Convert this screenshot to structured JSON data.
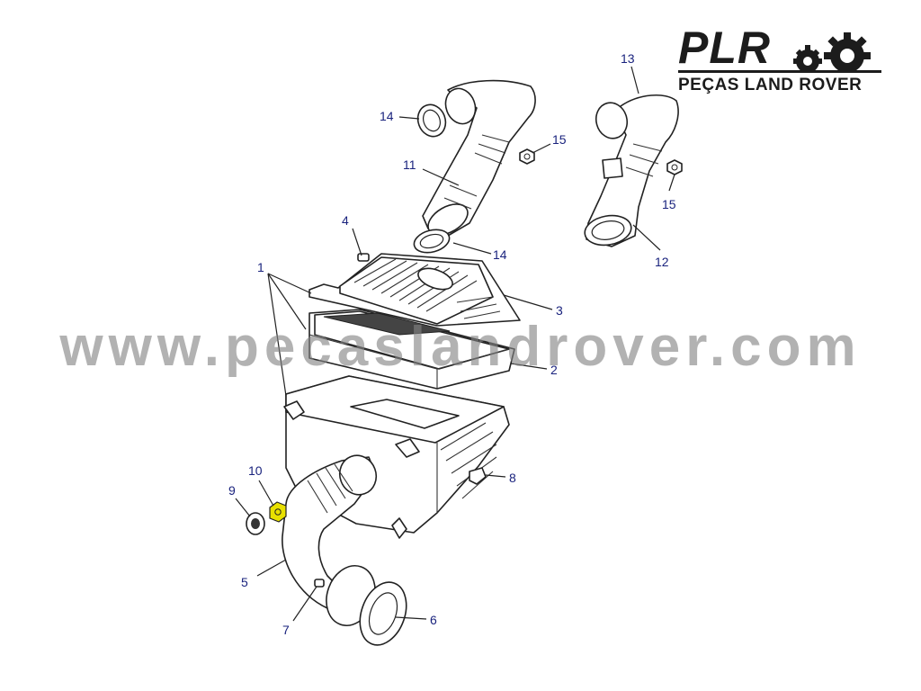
{
  "logo": {
    "main": "PLR",
    "subtitle": "PEÇAS LAND ROVER"
  },
  "watermark": "www.pecaslandrover.com",
  "callouts": {
    "c1": "1",
    "c2": "2",
    "c3": "3",
    "c4": "4",
    "c5": "5",
    "c6": "6",
    "c7": "7",
    "c8": "8",
    "c9": "9",
    "c10": "10",
    "c11": "11",
    "c12": "12",
    "c13": "13",
    "c14a": "14",
    "c14b": "14",
    "c15a": "15",
    "c15b": "15"
  },
  "colors": {
    "callout_text": "#1a237e",
    "highlight_part": "#e8e000",
    "watermark": "#828282"
  }
}
